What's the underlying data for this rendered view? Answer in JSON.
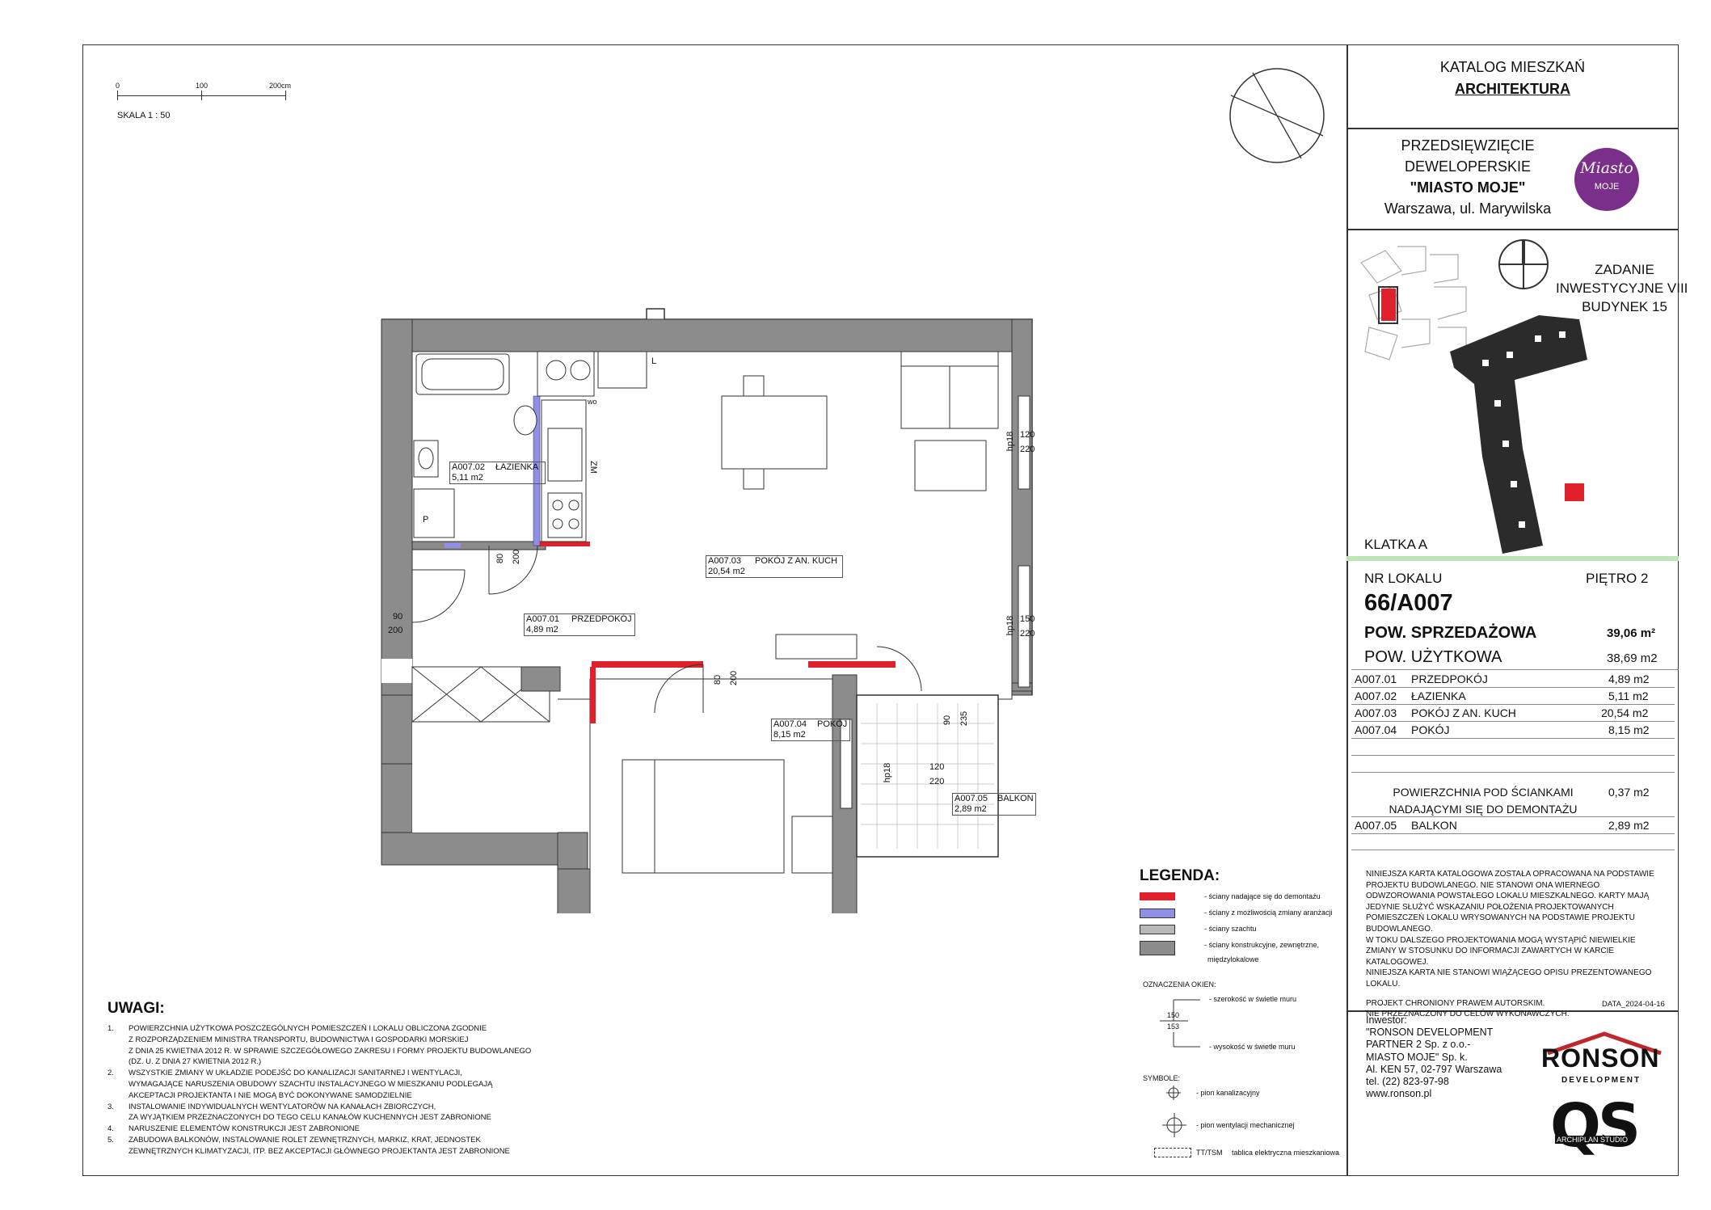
{
  "scale": {
    "ticks": [
      "0",
      "100",
      "200cm"
    ],
    "label": "SKALA 1 : 50"
  },
  "header": {
    "catalog": "KATALOG MIESZKAŃ",
    "section": "ARCHITEKTURA",
    "project_l1": "PRZEDSIĘWZIĘCIE",
    "project_l2": "DEWELOPERSKIE",
    "project_l3": "\"MIASTO MOJE\"",
    "project_l4": "Warszawa, ul. Marywilska",
    "logo_l1": "Miasto",
    "logo_l2": "MOJE",
    "task_l1": "ZADANIE",
    "task_l2": "INWESTYCYJNE VIII",
    "task_l3": "BUDYNEK 15",
    "staircase": "KLATKA A"
  },
  "unit": {
    "nr_label": "NR LOKALU",
    "floor": "PIĘTRO 2",
    "number": "66/A007",
    "sales_label": "POW. SPRZEDAŻOWA",
    "sales_value": "39,06 m²",
    "usable_label": "POW. UŻYTKOWA",
    "usable_value": "38,69 m2",
    "rooms": [
      {
        "code": "A007.01",
        "name": "PRZEDPOKÓJ",
        "area": "4,89 m2"
      },
      {
        "code": "A007.02",
        "name": "ŁAZIENKA",
        "area": "5,11 m2"
      },
      {
        "code": "A007.03",
        "name": "POKÓJ Z AN. KUCH",
        "area": "20,54 m2"
      },
      {
        "code": "A007.04",
        "name": "POKÓJ",
        "area": "8,15 m2"
      }
    ],
    "walls_l1": "POWIERZCHNIA POD ŚCIANKAMI",
    "walls_l2": "NADAJĄCYMI SIĘ DO DEMONTAŻU",
    "walls_value": "0,37 m2",
    "balcony": {
      "code": "A007.05",
      "name": "BALKON",
      "area": "2,89 m2"
    }
  },
  "disclaimer": [
    "NINIEJSZA KARTA KATALOGOWA ZOSTAŁA OPRACOWANA NA PODSTAWIE",
    "PROJEKTU BUDOWLANEGO. NIE STANOWI ONA WIERNEGO",
    "ODWZOROWANIA POWSTAŁEGO LOKALU MIESZKALNEGO. KARTY MAJĄ",
    "JEDYNIE SŁUŻYĆ WSKAZANIU POŁOŻENIA PROJEKTOWANYCH",
    "POMIESZCZEŃ LOKALU WRYSOWANYCH NA PODSTAWIE PROJEKTU",
    "BUDOWLANEGO.",
    "W TOKU DALSZEGO PROJEKTOWANIA MOGĄ WYSTĄPIĆ NIEWIELKIE",
    "ZMIANY W STOSUNKU DO INFORMACJI ZAWARTYCH W KARCIE",
    "KATALOGOWEJ.",
    "NINIEJSZA KARTA NIE STANOWI WIĄŻĄCEGO OPISU PREZENTOWANEGO",
    "LOKALU.",
    "",
    "PROJEKT CHRONIONY PRAWEM AUTORSKIM.",
    "NIE PRZEZNACZONY DO CELÓW WYKONAWCZYCH."
  ],
  "date": "DATA_2024-04-16",
  "investor": [
    "Inwestor:",
    "\"RONSON DEVELOPMENT",
    "PARTNER 2 Sp. z o.o.-",
    "MIASTO MOJE\" Sp. k.",
    "Al. KEN 57, 02-797 Warszawa",
    "tel. (22) 823-97-98",
    "www.ronson.pl"
  ],
  "ronson": {
    "name": "RONSON",
    "sub": "DEVELOPMENT"
  },
  "archiplan": "ARCHIPLAN STUDIO",
  "legend": {
    "title": "LEGENDA:",
    "items": [
      {
        "color": "#e0202a",
        "text": "- ściany nadające się do demontażu"
      },
      {
        "color": "#8f8fe8",
        "text": "- ściany z możliwością zmiany aranżacji"
      },
      {
        "color": "#b8b8b8",
        "text": "- ściany szachtu"
      },
      {
        "color": "#8c8c8c",
        "text": "- ściany konstrukcyjne, zewnętrzne,"
      }
    ],
    "item4_l2": "międzylokalowe",
    "windows_title": "OZNACZENIA OKIEN:",
    "win_width": "- szerokość w świetle muru",
    "win_top": "150",
    "win_bot": "153",
    "win_height": "- wysokość w świetle muru",
    "symbols_title": "SYMBOLE:",
    "sym1": "- pion kanalizacyjny",
    "sym2": "- pion wentylacji mechanicznej",
    "sym3a": "TT/TSM",
    "sym3b": "tablica elektryczna mieszkaniowa"
  },
  "notes": {
    "title": "UWAGI:",
    "lines": [
      [
        "1.",
        "POWIERZCHNIA UŻYTKOWA POSZCZEGÓLNYCH POMIESZCZEŃ I LOKALU OBLICZONA ZGODNIE"
      ],
      [
        "",
        "Z ROZPORZĄDZENIEM MINISTRA TRANSPORTU, BUDOWNICTWA I GOSPODARKI MORSKIEJ"
      ],
      [
        "",
        "Z DNIA 25 KWIETNIA 2012 R. W SPRAWIE SZCZEGÓŁOWEGO ZAKRESU I FORMY PROJEKTU BUDOWLANEGO"
      ],
      [
        "",
        "(DZ. U. Z DNIA 27 KWIETNIA 2012 R.)"
      ],
      [
        "2.",
        "WSZYSTKIE ZMIANY W UKŁADZIE PODEJŚĆ DO KANALIZACJI SANITARNEJ I WENTYLACJI,"
      ],
      [
        "",
        "WYMAGAJĄCE NARUSZENIA OBUDOWY SZACHTU INSTALACYJNEGO W MIESZKANIU PODLEGAJĄ"
      ],
      [
        "",
        "AKCEPTACJI PROJEKTANTA I NIE MOGĄ BYĆ DOKONYWANE SAMODZIELNIE"
      ],
      [
        "3.",
        "INSTALOWANIE INDYWIDUALNYCH WENTYLATORÓW NA KANAŁACH ZBIORCZYCH,"
      ],
      [
        "",
        "ZA WYJĄTKIEM PRZEZNACZONYCH DO TEGO CELU KANAŁÓW KUCHENNYCH JEST ZABRONIONE"
      ],
      [
        "4.",
        "NARUSZENIE ELEMENTÓW KONSTRUKCJI JEST ZABRONIONE"
      ],
      [
        "5.",
        "ZABUDOWA BALKONÓW, INSTALOWANIE ROLET ZEWNĘTRZNYCH, MARKIZ, KRAT, JEDNOSTEK"
      ],
      [
        "",
        "ZEWNĘTRZNYCH KLIMATYZACJI, ITP. BEZ AKCEPTACJI GŁÓWNEGO PROJEKTANTA JEST ZABRONIONE"
      ]
    ]
  },
  "plan": {
    "lazienka": {
      "code": "A007.02",
      "name": "ŁAZIENKA",
      "area": "5,11 m2"
    },
    "pokoj_kuch": {
      "code": "A007.03",
      "name": "POKÓJ Z AN. KUCH",
      "area": "20,54 m2"
    },
    "przedpokoj": {
      "code": "A007.01",
      "name": "PRZEDPOKÓJ",
      "area": "4,89 m2"
    },
    "pokoj": {
      "code": "A007.04",
      "name": "POKÓJ",
      "area": "8,15 m2"
    },
    "balkon": {
      "code": "A007.05",
      "name": "BALKON",
      "area": "2,89 m2"
    },
    "dims": {
      "d_bath_w": "80",
      "d_bath_h": "200",
      "d_entry_w": "90",
      "d_entry_h": "200",
      "d_room_w": "80",
      "d_room_h": "200",
      "win1_w": "120",
      "win1_h": "220",
      "win1_hp": "hp18",
      "win2_w": "150",
      "win2_h": "220",
      "win2_hp": "hp18",
      "win3_w": "120",
      "win3_h": "220",
      "win3_hp": "hp18",
      "bal_w": "90",
      "bal_h": "235"
    },
    "labels": {
      "wm": "wo",
      "zm": "ZM",
      "p": "P",
      "l": "L"
    }
  }
}
